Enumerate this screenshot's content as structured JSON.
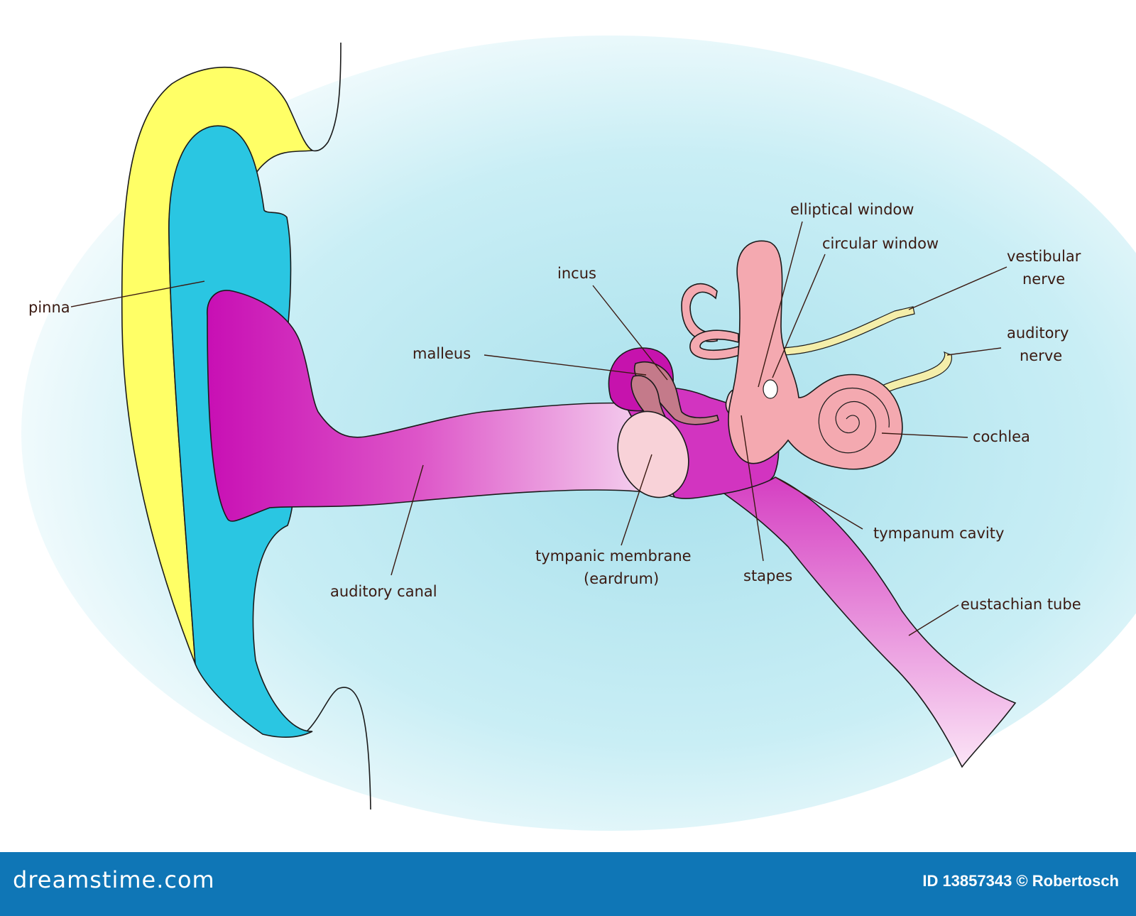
{
  "labels": {
    "pinna": "pinna",
    "incus": "incus",
    "malleus": "malleus",
    "elliptical_window": "elliptical window",
    "circular_window": "circular window",
    "vestibular_nerve_1": "vestibular",
    "vestibular_nerve_2": "nerve",
    "auditory_nerve_1": "auditory",
    "auditory_nerve_2": "nerve",
    "cochlea": "cochlea",
    "tympanum_cavity": "tympanum cavity",
    "stapes": "stapes",
    "tympanic_membrane_1": "tympanic membrane",
    "tympanic_membrane_2": "(eardrum)",
    "auditory_canal": "auditory canal",
    "eustachian_tube": "eustachian tube"
  },
  "footer": {
    "brand": "dreamstime.com",
    "credit": "ID 13857343 © Robertosch"
  },
  "colors": {
    "background_glow": "#aee3ee",
    "pinna_outer": "#ffff66",
    "pinna_inner": "#2ac6e2",
    "concha": "#c20ab0",
    "canal": "#d95ac8",
    "eardrum": "#f8d2d8",
    "inner_ear": "#f4a9b0",
    "nerve": "#f4eeaa",
    "footer": "#0f76b6"
  }
}
